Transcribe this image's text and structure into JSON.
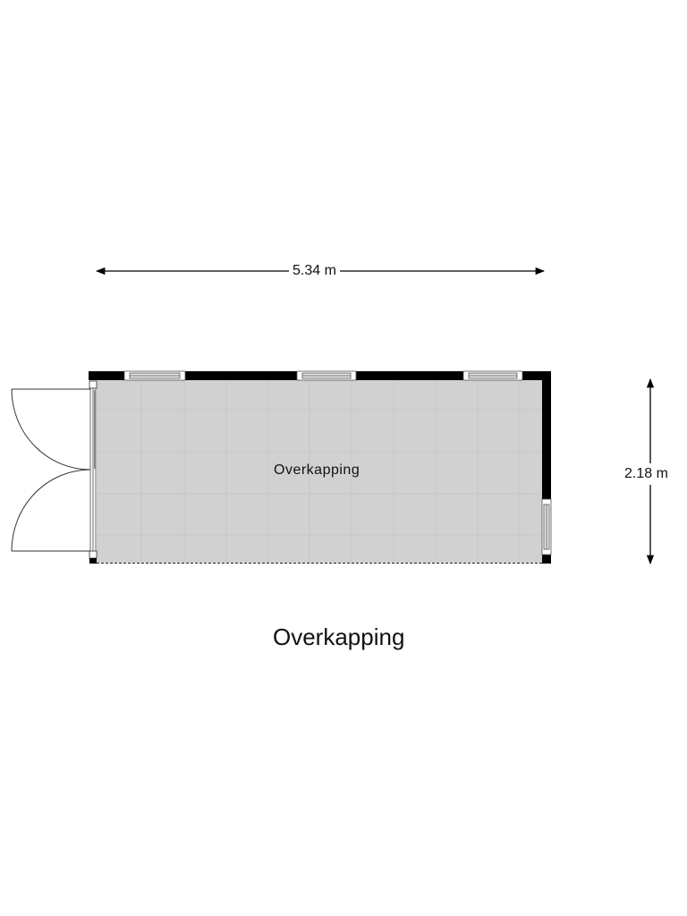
{
  "floorplan": {
    "caption": "Overkapping",
    "room": {
      "label": "Overkapping",
      "floor_color": "#d1d1d1",
      "grid_color": "#c6c6c6"
    },
    "dimensions": {
      "width_label": "5.34 m",
      "depth_label": "2.18 m"
    },
    "walls": {
      "color": "#000000",
      "top_windows": 3,
      "right_windows": 1,
      "left_doors": 2,
      "open_side": "bottom (dashed line)"
    }
  }
}
